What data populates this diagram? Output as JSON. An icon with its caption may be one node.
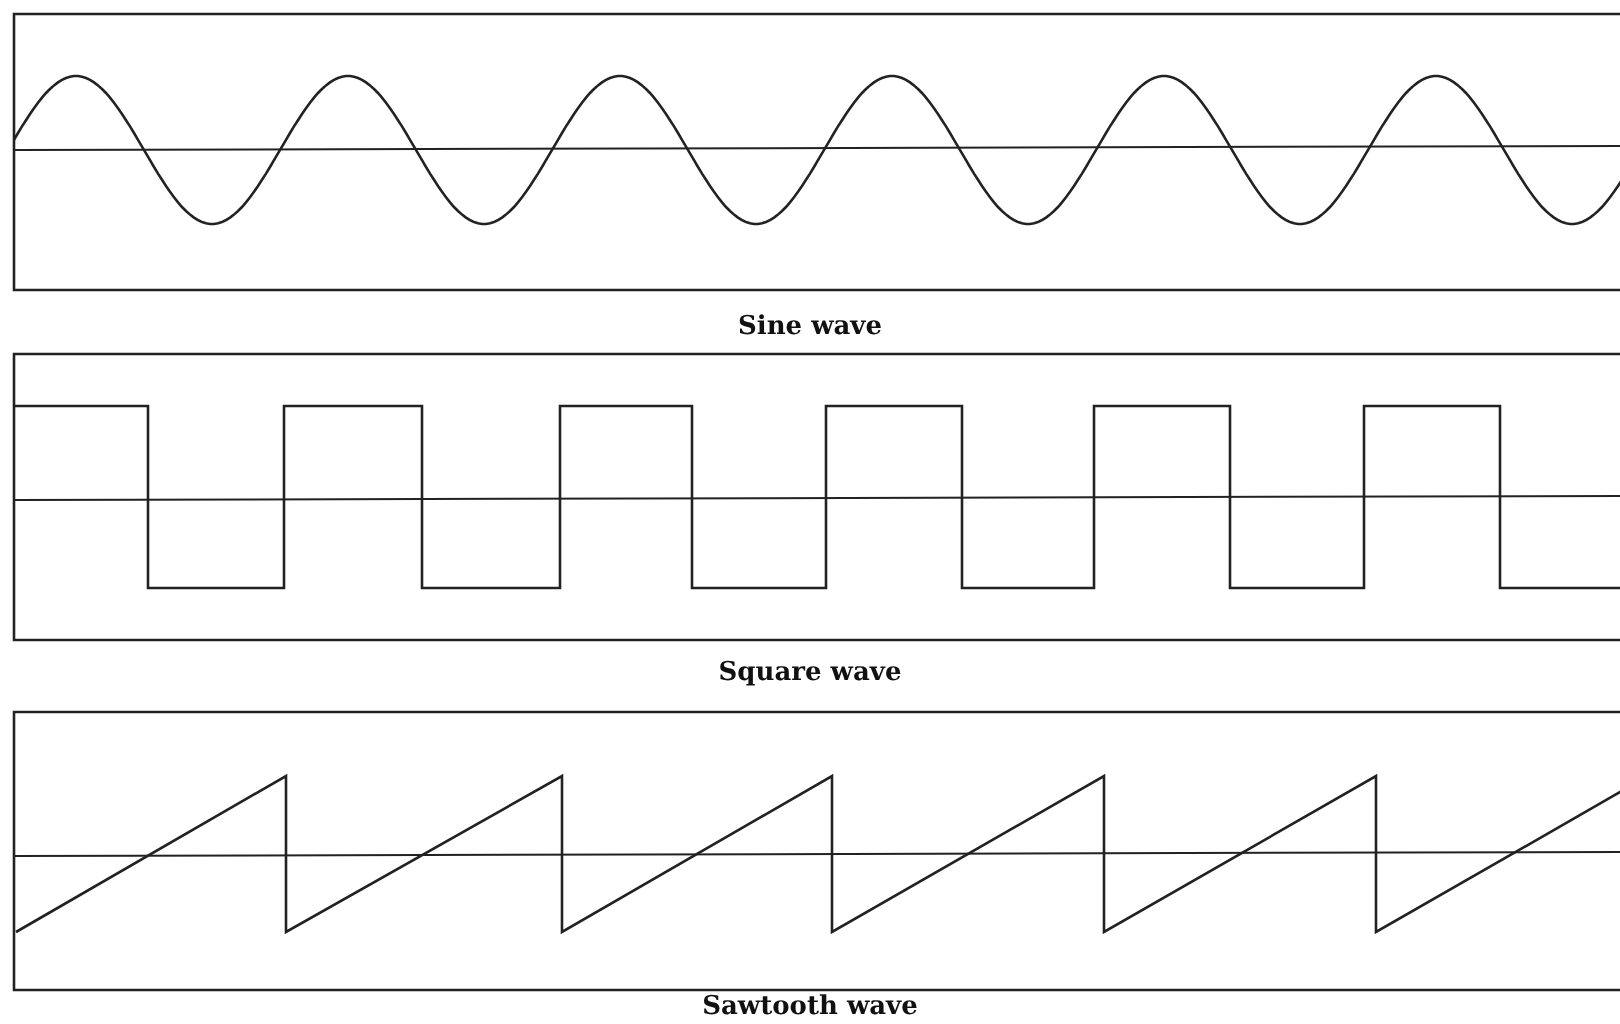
{
  "diagram": {
    "labels": [
      "Sine wave",
      "Square wave",
      "Sawtooth wave"
    ]
  }
}
